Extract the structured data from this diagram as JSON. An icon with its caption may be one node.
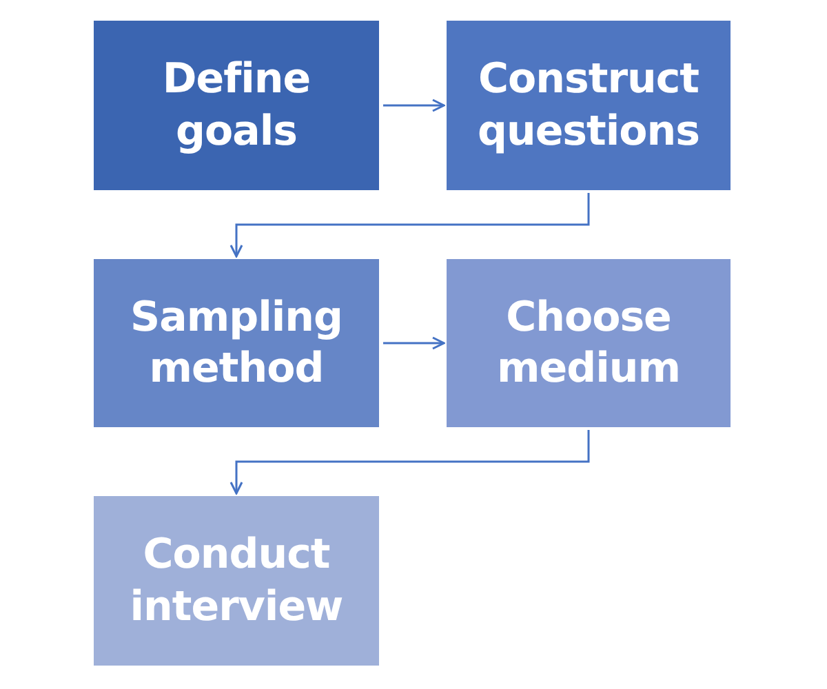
{
  "diagram": {
    "nodes": [
      {
        "text": [
          "Define goals"
        ]
      },
      {
        "text": [
          "Construct questions"
        ]
      },
      {
        "text": [
          "Sampling method"
        ]
      },
      {
        "text": [
          "Choose medium"
        ]
      },
      {
        "text": [
          "Conduct interview"
        ]
      }
    ],
    "edges": [
      {
        "from": 0,
        "to": 1,
        "arrow": "to"
      },
      {
        "from": 1,
        "to": 2,
        "arrow": "to"
      },
      {
        "from": 2,
        "to": 3,
        "arrow": "to"
      },
      {
        "from": 3,
        "to": 4,
        "arrow": "to"
      }
    ]
  }
}
